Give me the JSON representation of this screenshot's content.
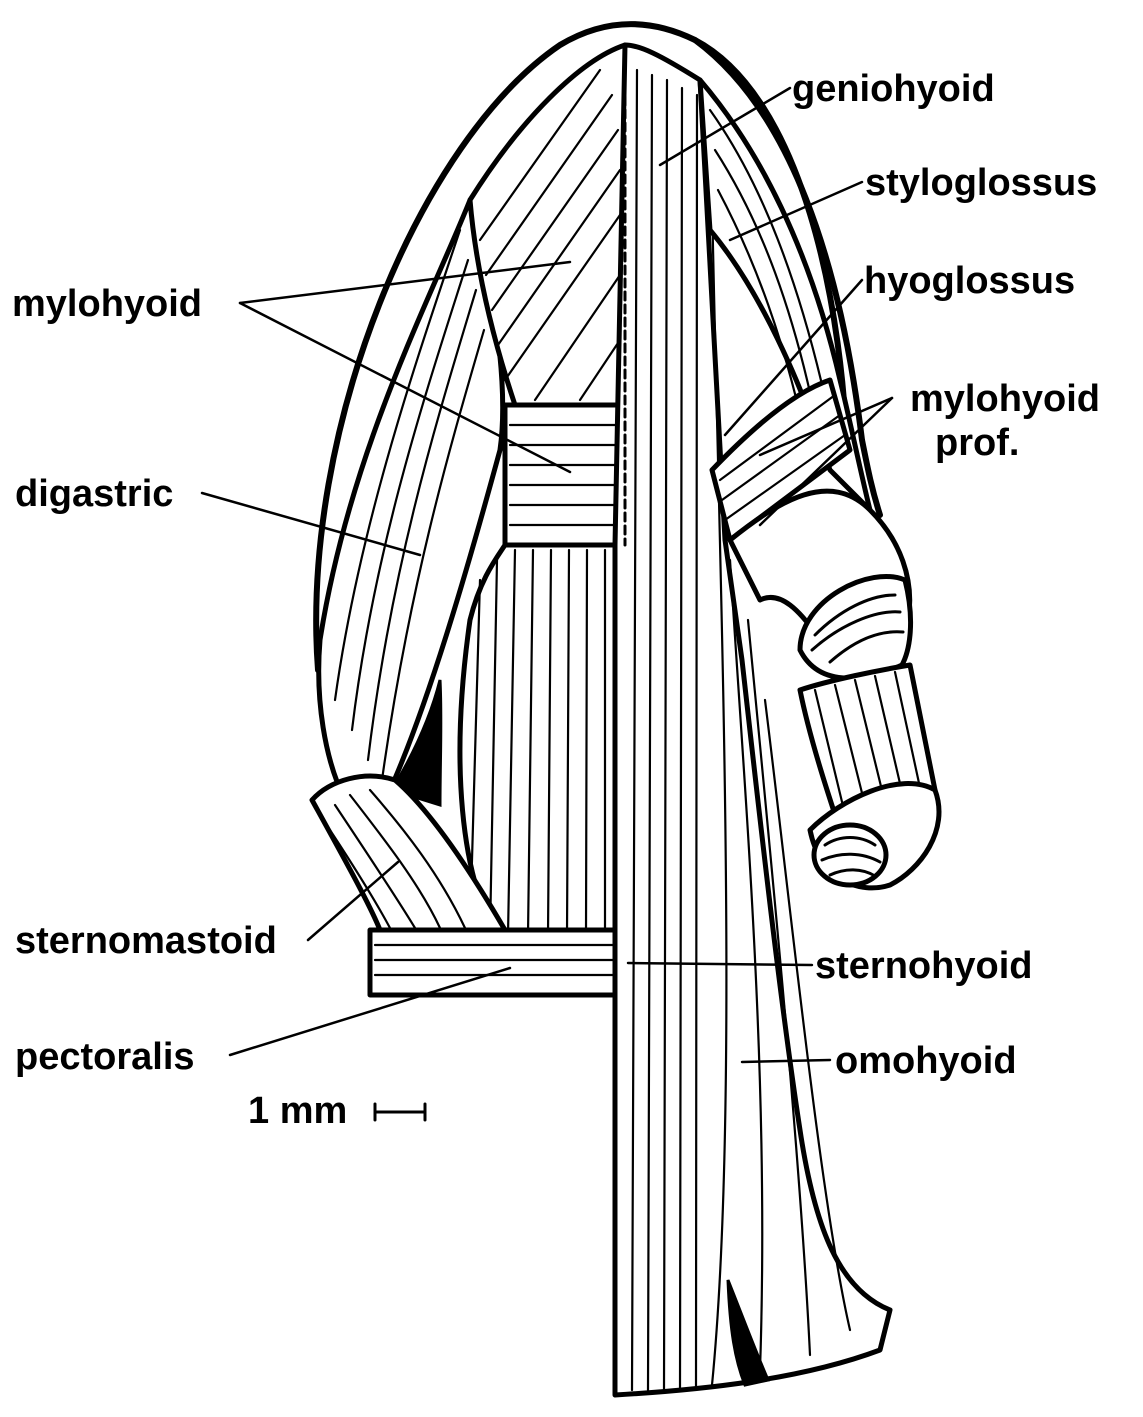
{
  "labels": {
    "geniohyoid": "geniohyoid",
    "styloglossus": "styloglossus",
    "hyoglossus": "hyoglossus",
    "mylohyoid": "mylohyoid",
    "mylohyoid_prof_line1": "mylohyoid",
    "mylohyoid_prof_line2": "prof.",
    "digastric": "digastric",
    "sternomastoid": "sternomastoid",
    "pectoralis": "pectoralis",
    "sternohyoid": "sternohyoid",
    "omohyoid": "omohyoid"
  },
  "scale_bar": {
    "label": "1 mm"
  },
  "colors": {
    "ink": "#000000",
    "paper": "#ffffff"
  }
}
